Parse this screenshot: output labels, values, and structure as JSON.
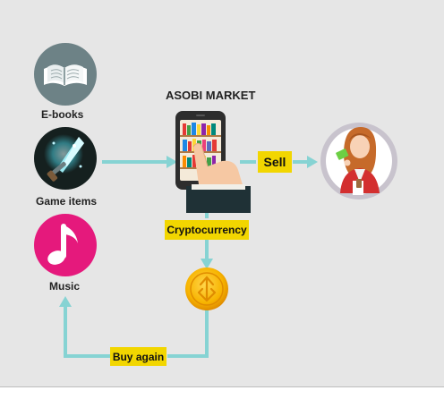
{
  "title": "ASOBI MARKET",
  "items": [
    {
      "label": "E-books",
      "icon": "open-book-icon",
      "color": "#6d8286"
    },
    {
      "label": "Game items",
      "icon": "crystal-sword-icon",
      "color": "#15201f"
    },
    {
      "label": "Music",
      "icon": "music-note-icon",
      "color": "#e5197c"
    }
  ],
  "flow_labels": {
    "sell": "Sell",
    "cryptocurrency": "Cryptocurrency",
    "buy_again": "Buy again"
  },
  "icons": {
    "phone": "smartphone-bookshelf-icon",
    "buyer": "buyer-avatar-icon",
    "coin": "crypto-coin-icon"
  },
  "colors": {
    "background": "#e6e6e6",
    "arrow": "#86d3d3",
    "tag": "#f2d600",
    "coin": "#f4a300",
    "buyer_ring": "#c8c3cd"
  }
}
